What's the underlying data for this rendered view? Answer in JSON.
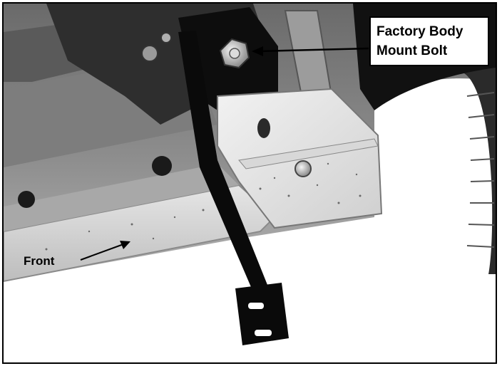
{
  "callout": {
    "line1": "Factory Body",
    "line2": "Mount Bolt"
  },
  "front_label": "Front",
  "colors": {
    "border": "#000000",
    "background": "#ffffff"
  }
}
